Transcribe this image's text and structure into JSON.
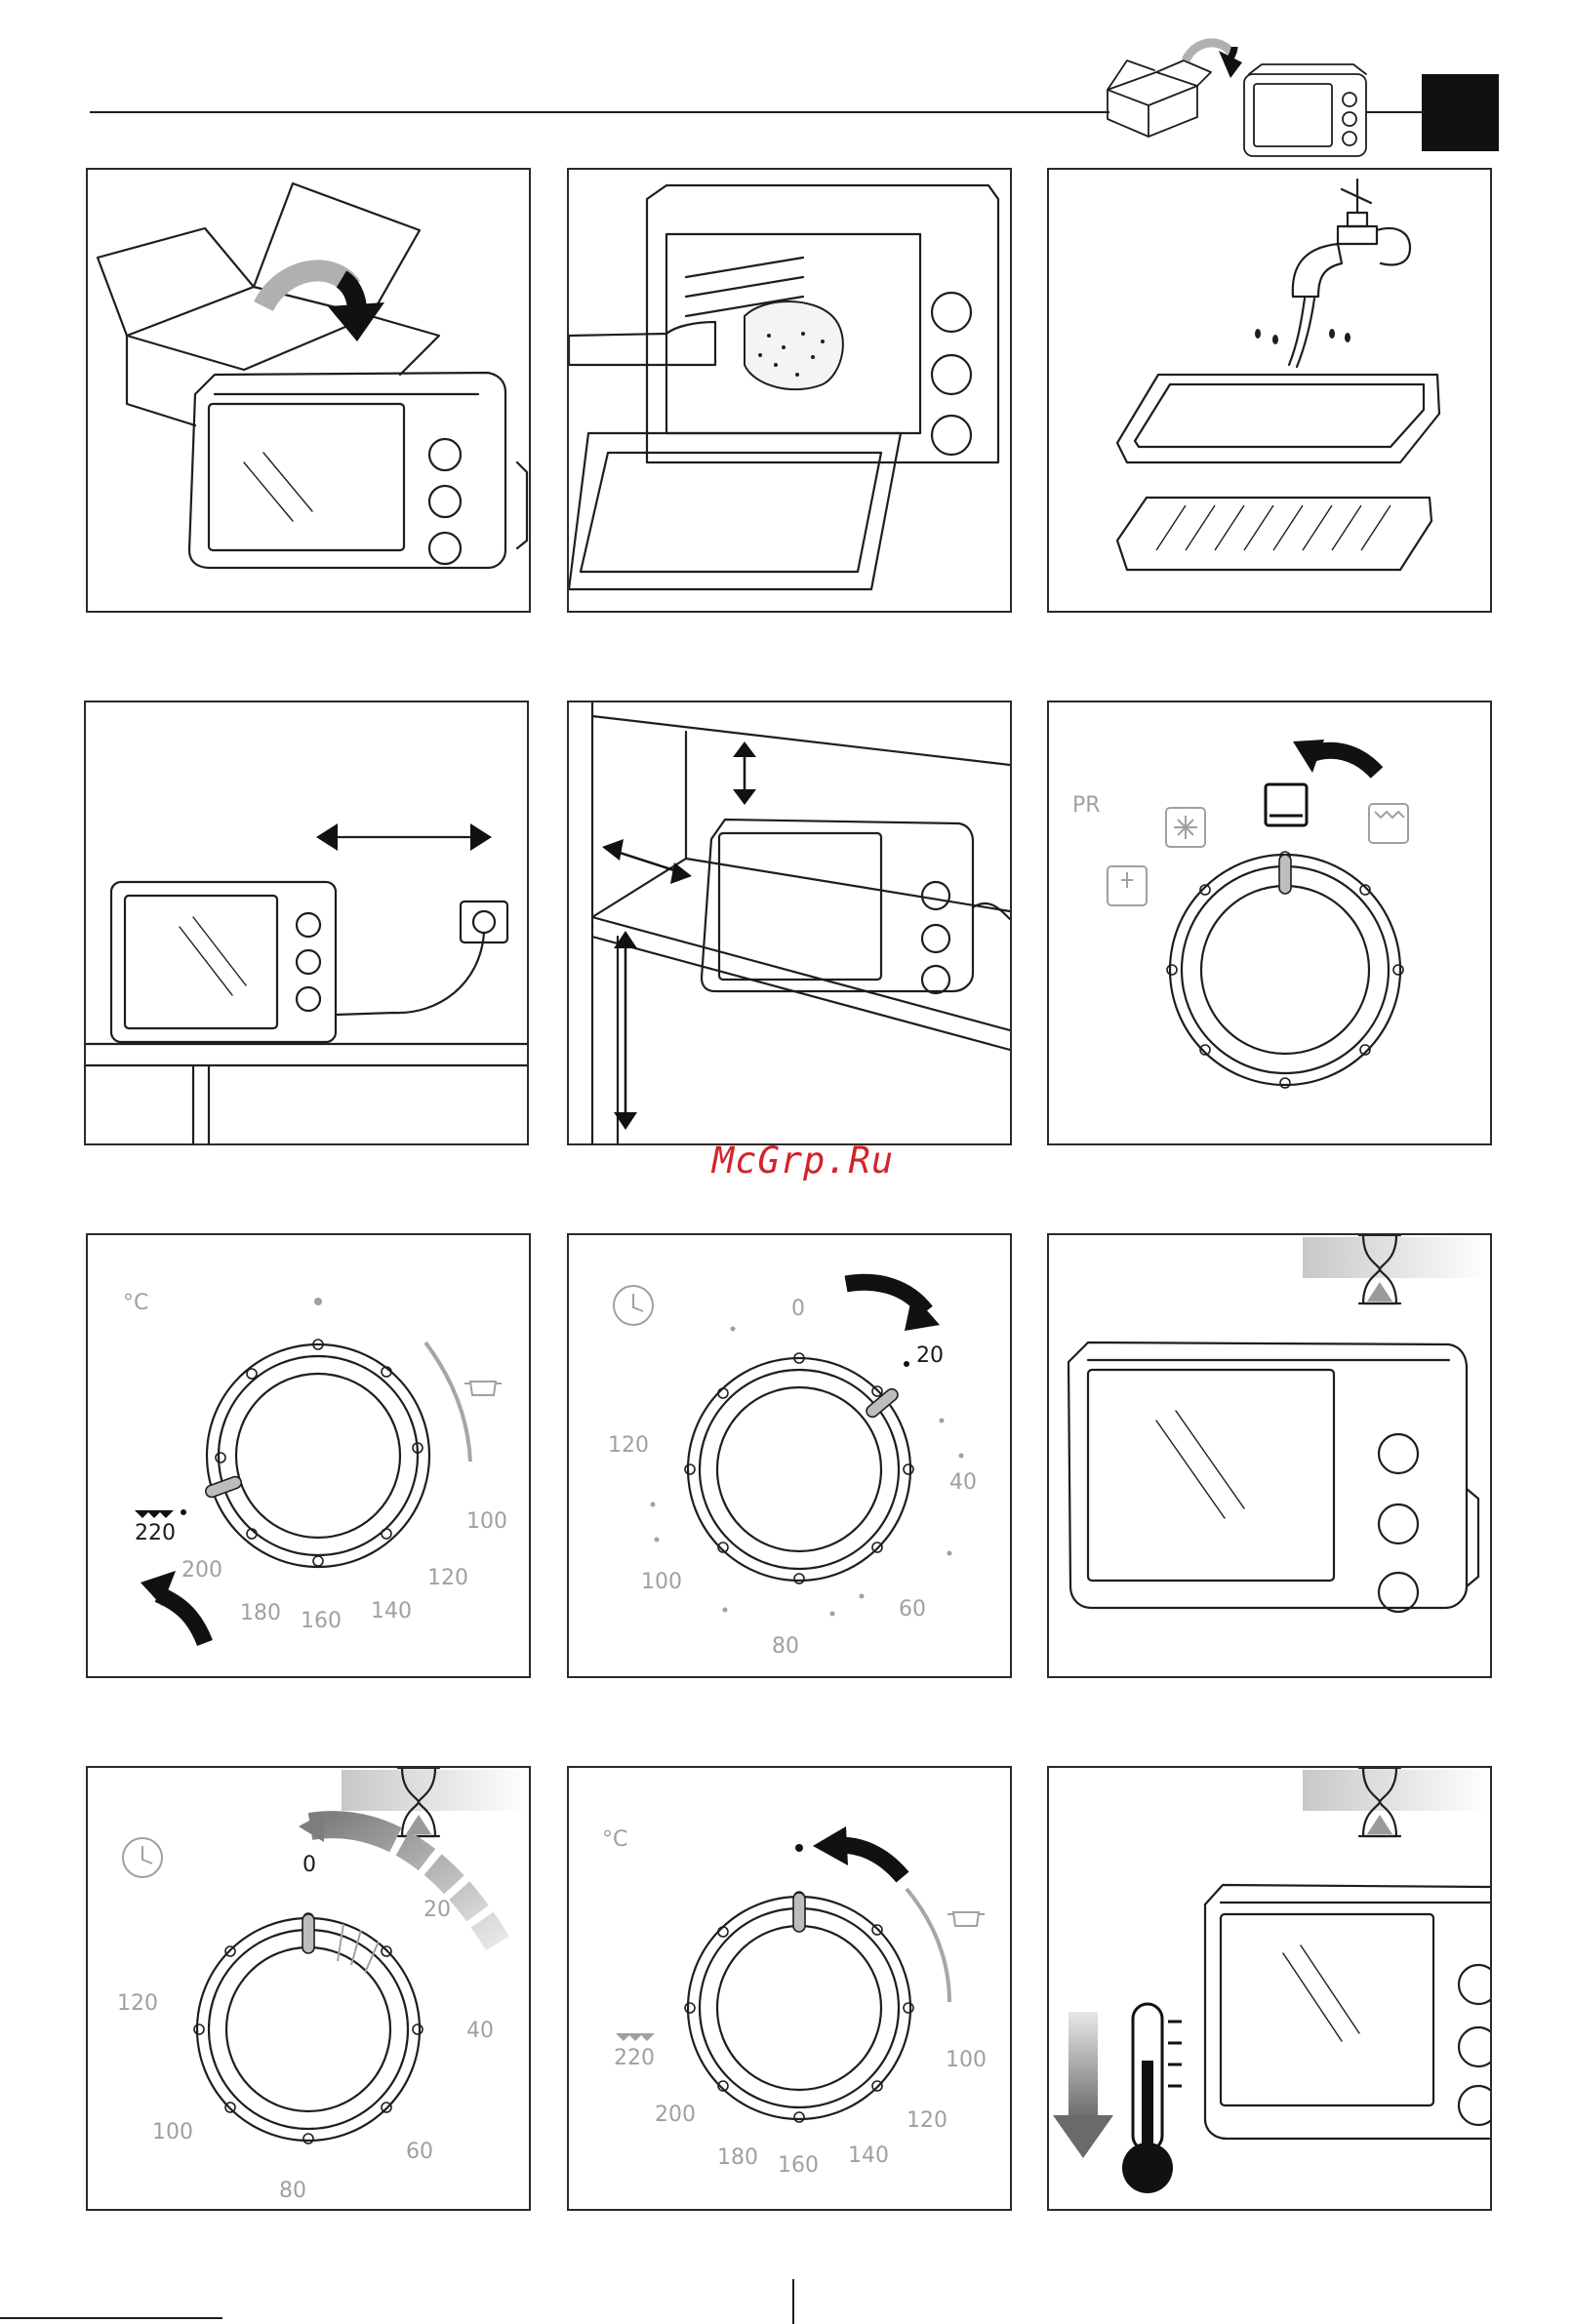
{
  "watermark": "McGrp.Ru",
  "dials": {
    "function": {
      "label": "PR"
    },
    "temperature": {
      "unit": "°C",
      "values": [
        "100",
        "120",
        "140",
        "160",
        "180",
        "200",
        "220"
      ]
    },
    "timer": {
      "values": [
        "0",
        "20",
        "40",
        "60",
        "80",
        "100",
        "120"
      ]
    }
  },
  "icons": [
    "box-unpacking-icon",
    "oven-icon",
    "tap-icon",
    "tray-icon",
    "rack-icon",
    "plug-icon",
    "fan-icon",
    "oven-mode-icon",
    "grill-icon",
    "defrost-icon",
    "clock-icon",
    "hourglass-icon",
    "thermometer-icon",
    "pot-icon",
    "arrow-icon"
  ],
  "colors": {
    "line": "#1e1e1e",
    "muted": "#a0a0a0",
    "gradient": "#c8c8c8",
    "watermark": "#d2232a"
  }
}
